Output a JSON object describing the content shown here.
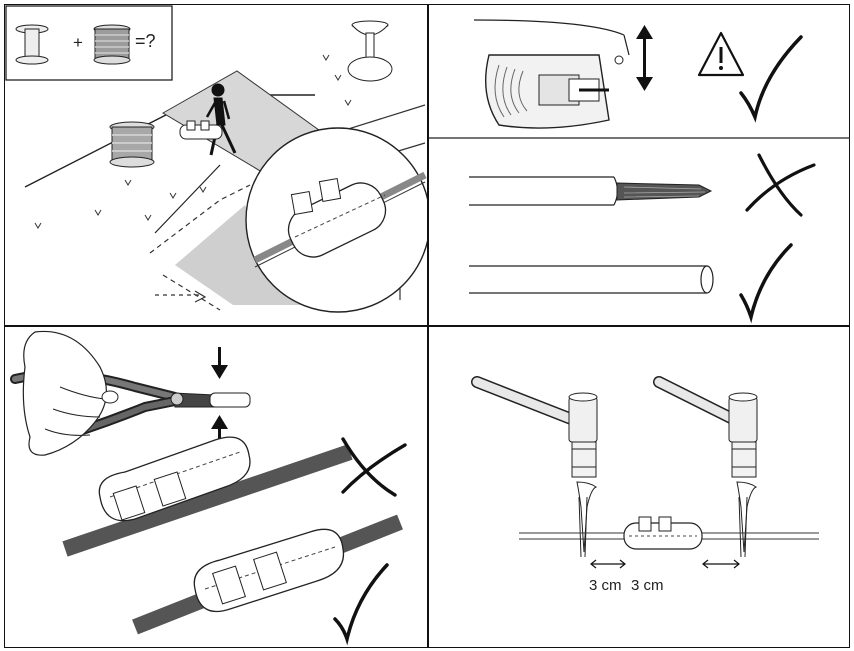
{
  "panels": {
    "top_left": {
      "inset": {
        "plus": "+",
        "equals_question": "=?"
      }
    },
    "top_right": {},
    "bottom_left": {},
    "bottom_right": {
      "dimension_left": "3 cm",
      "dimension_right": "3 cm"
    }
  },
  "symbols": {
    "ok": "check-mark",
    "wrong": "cross-mark",
    "caution": "warning-triangle"
  },
  "colors": {
    "line": "#1a1a1a",
    "fill_light": "#dedede",
    "fill_mid": "#b5b5b5",
    "fill_dark": "#6e6e6e"
  }
}
